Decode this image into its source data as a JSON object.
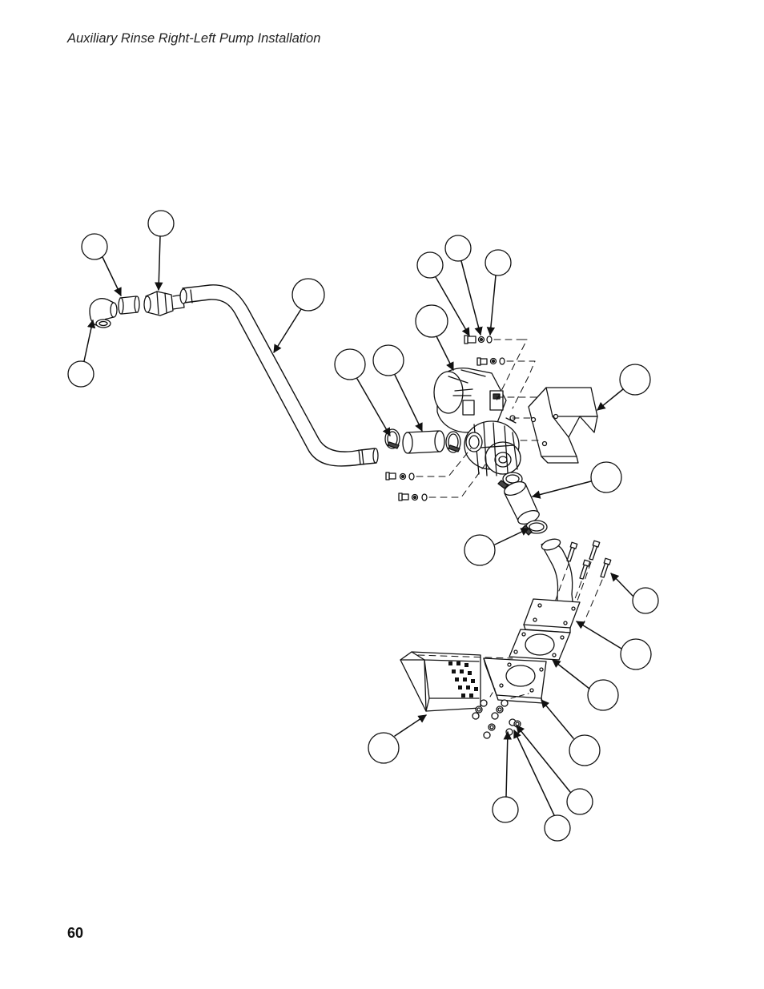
{
  "header": {
    "title": "Auxiliary Rinse Right-Left Pump Installation"
  },
  "footer": {
    "page_number": "60"
  },
  "diagram": {
    "type": "exploded-parts-view",
    "callout_count": 25,
    "callouts_labeled": false,
    "line_color": "#111111"
  }
}
